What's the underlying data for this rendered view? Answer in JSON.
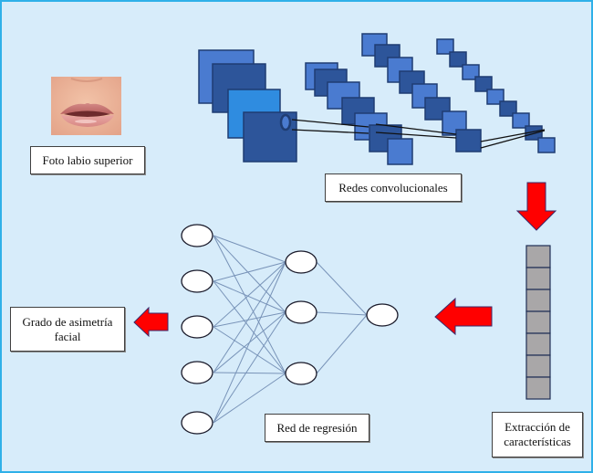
{
  "labels": {
    "photo": "Foto labio superior",
    "cnn": "Redes convolucionales",
    "regression": "Red de regresión",
    "output": "Grado de asimetría facial",
    "features": "Extracción de características"
  },
  "colors": {
    "background": "#d7ecfa",
    "frame_border": "#2fb0e8",
    "conv_light": "#4a7bd0",
    "conv_dark": "#2d559a",
    "conv_bright": "#2f8ce0",
    "conv_stroke": "#1f3d73",
    "arrow_fill": "#ff0000",
    "arrow_stroke": "#3a2a6a",
    "feature_cell": "#a9a7a8",
    "feature_stroke": "#1f2f55",
    "edge": "#7893b8",
    "node_fill": "#ffffff",
    "node_stroke": "#1a1a2a"
  },
  "diagram": {
    "flow": [
      "Foto labio superior",
      "Redes convolucionales",
      "Extracción de características",
      "Red de regresión",
      "Grado de asimetría facial"
    ],
    "regression_network": {
      "input_nodes": 5,
      "hidden_nodes": 3,
      "output_nodes": 1
    },
    "feature_vector_cells": 7,
    "conv_groups": [
      {
        "name": "conv-stage-1",
        "feature_maps": 4
      },
      {
        "name": "conv-stage-2",
        "feature_maps": 7
      },
      {
        "name": "conv-stage-3",
        "feature_maps": 8
      },
      {
        "name": "conv-stage-4",
        "feature_maps": 9
      }
    ],
    "icons": {
      "arrow_down": "red-arrow-down",
      "arrow_left_mid": "red-arrow-left",
      "arrow_left_out": "red-arrow-left",
      "kernel": "kernel-ellipse",
      "lip_photo": "lip-photo"
    }
  }
}
